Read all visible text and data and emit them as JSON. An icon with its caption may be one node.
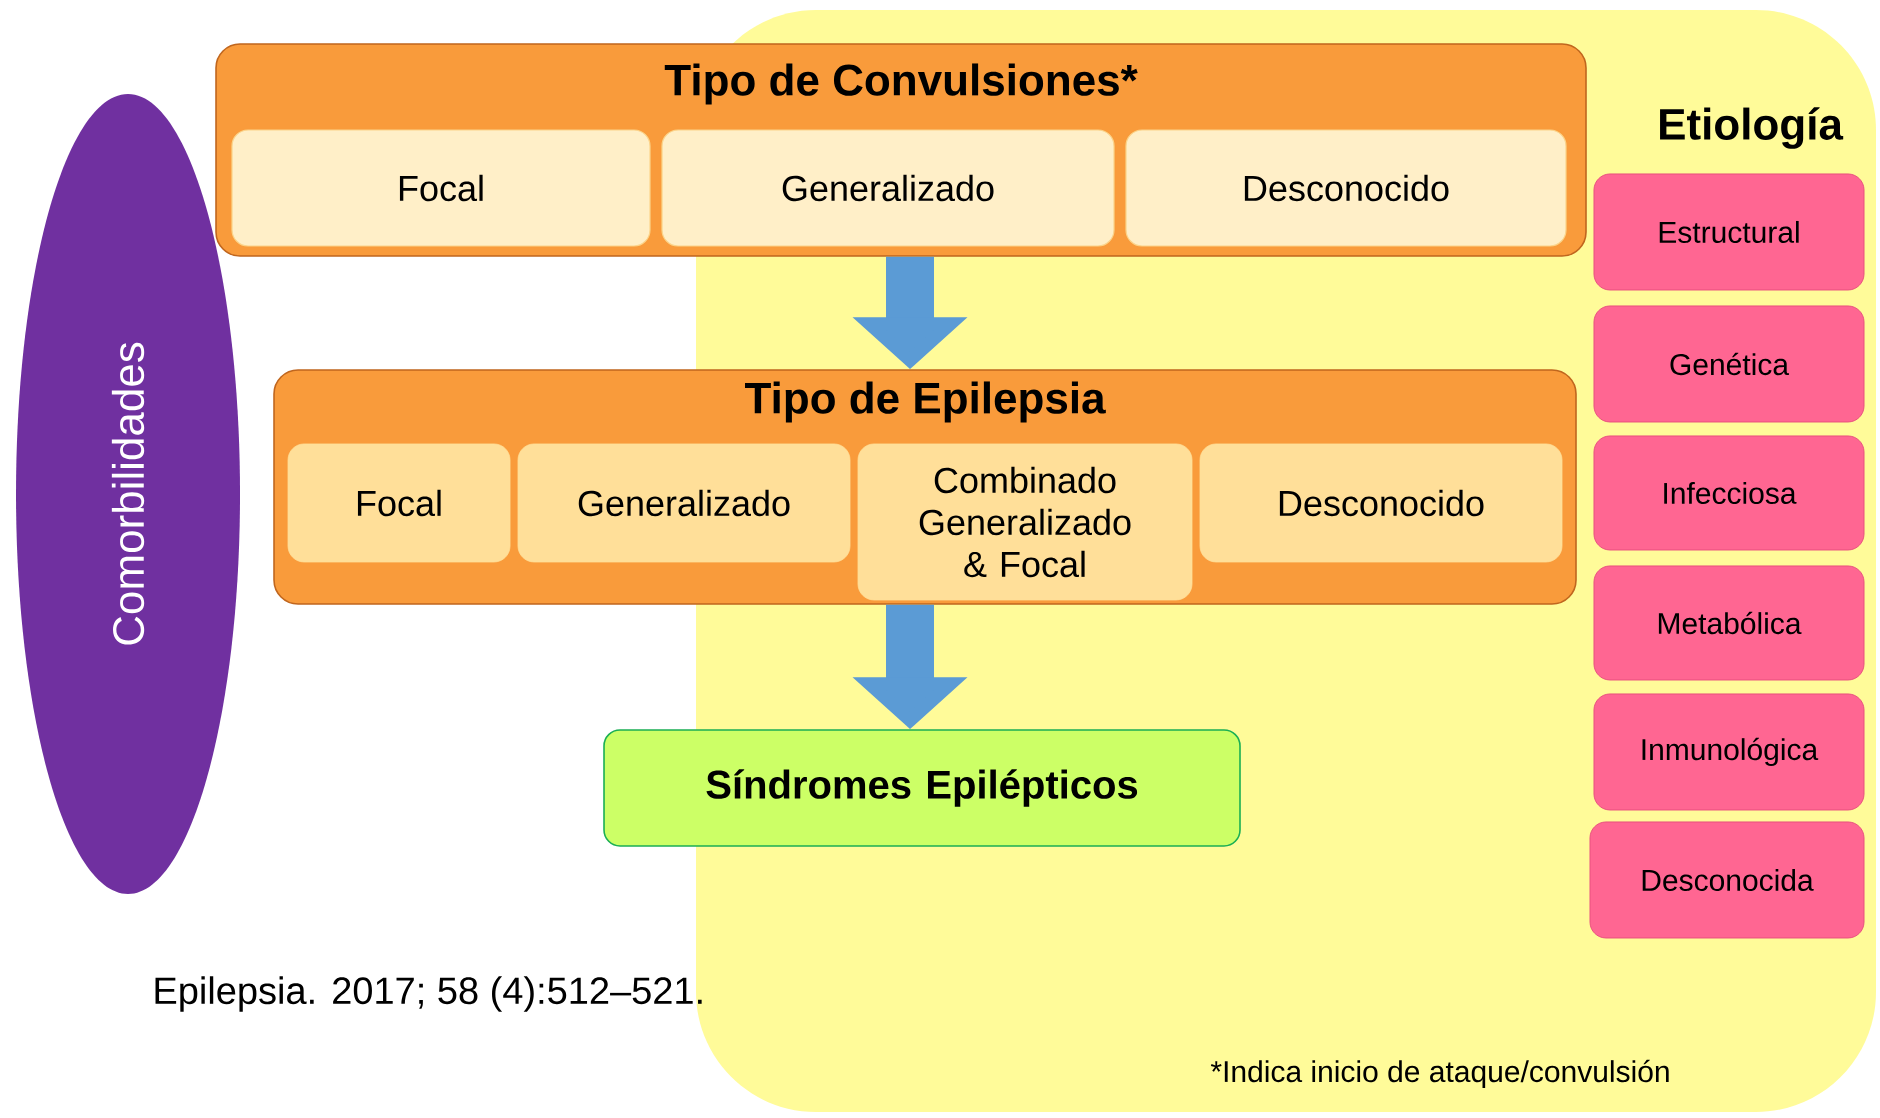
{
  "diagram": {
    "nodes": [
      {
        "text": [
          "Comorbilidades"
        ]
      },
      {
        "text": [
          "Tipo de Convulsiones*"
        ]
      },
      {
        "text": [
          "Focal"
        ],
        "in": 1
      },
      {
        "text": [
          "Generalizado"
        ],
        "in": 1
      },
      {
        "text": [
          "Desconocido"
        ]
      },
      {
        "text": [
          "Tipo de Epilepsia"
        ]
      },
      {
        "text": [
          "Focal"
        ],
        "in": 5
      },
      {
        "text": [
          "Generalizado"
        ],
        "in": 5
      },
      {
        "text": [
          "Combinado Generalizado & Focal"
        ]
      },
      {
        "text": [
          "Desconocido"
        ]
      },
      {
        "text": [
          "Síndromes Epilépticos"
        ]
      },
      {
        "text": [
          "Etiología"
        ]
      },
      {
        "text": [
          "Estructural"
        ],
        "in": 11
      },
      {
        "text": [
          "Genética"
        ],
        "in": 11
      },
      {
        "text": [
          "Infecciosa"
        ],
        "in": 11
      },
      {
        "text": [
          "Metabólica"
        ],
        "in": 11
      },
      {
        "text": [
          "Inmunológica"
        ],
        "in": 11
      },
      {
        "text": [
          "Desconocida"
        ],
        "in": 11
      }
    ],
    "edges": [
      {
        "from": 1,
        "to": 5,
        "arrow": "to"
      },
      {
        "from": 5,
        "to": 10,
        "arrow": "to"
      }
    ],
    "labels": [
      "Epilepsia. 2017; 58 (4):512–521.",
      "*Indica inicio de ataque/convulsión"
    ]
  }
}
